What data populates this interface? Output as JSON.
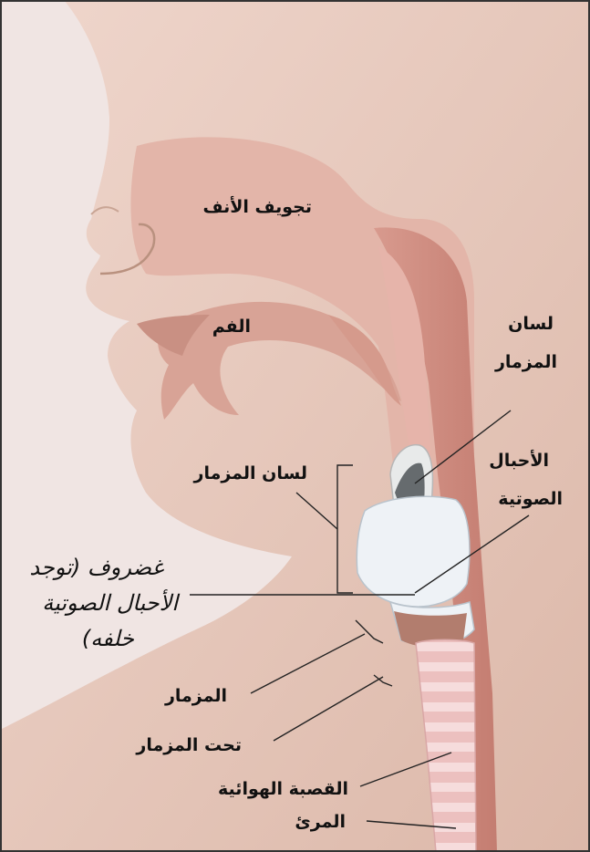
{
  "colors": {
    "background": "#f0e5e3",
    "skin": "#e8cbbf",
    "cavity": "#e0b1a5",
    "mucosa": "#c98579",
    "cartilage": "#eef2f6",
    "trachea": "#efc7c6",
    "leader_line": "#222222",
    "text": "#111111",
    "frame": "#333333"
  },
  "labels": {
    "nasal_cavity": "تجويف الأنف",
    "mouth": "الفم",
    "epiglottis_right": [
      "لسان",
      "المزمار"
    ],
    "vocal_cords": [
      "الأحبال",
      "الصوتية"
    ],
    "epiglottis_left": "لسان المزمار",
    "thyroid_cartilage": [
      "غضروف (توجد",
      "الأحبال الصوتية",
      "خلفه)"
    ],
    "glottis": "المزمار",
    "subglottis": "تحت المزمار",
    "trachea": "القصبة الهوائية",
    "esophagus": "المرئ"
  }
}
